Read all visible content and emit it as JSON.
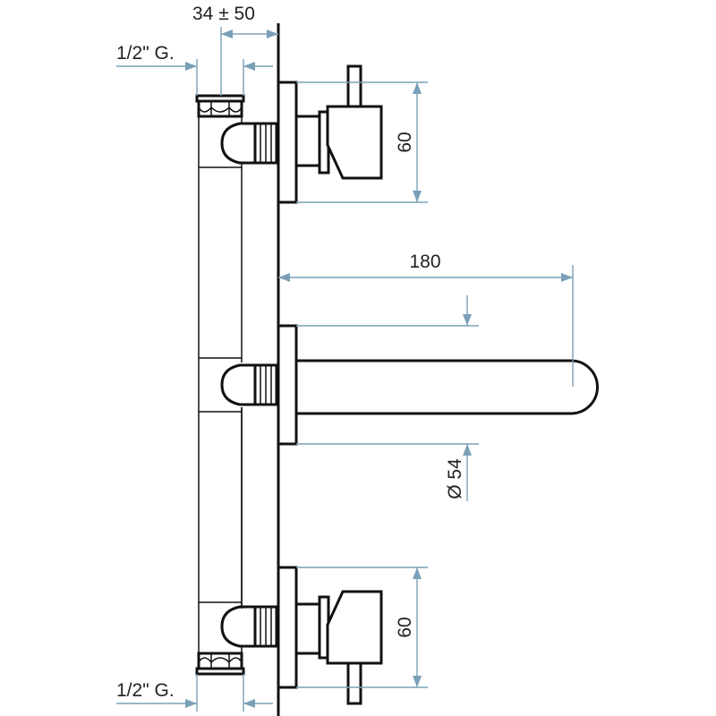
{
  "title": "Wall-mounted mixer technical drawing",
  "dimensions": {
    "wall_offset": "34 ± 50",
    "thread_top": "1/2\" G.",
    "thread_bottom": "1/2\" G.",
    "handle_top_height": "60",
    "handle_bottom_height": "60",
    "spout_length": "180",
    "spout_diameter": "Ø 54"
  },
  "colors": {
    "line": "#111111",
    "dimension": "#7aa0b8"
  }
}
